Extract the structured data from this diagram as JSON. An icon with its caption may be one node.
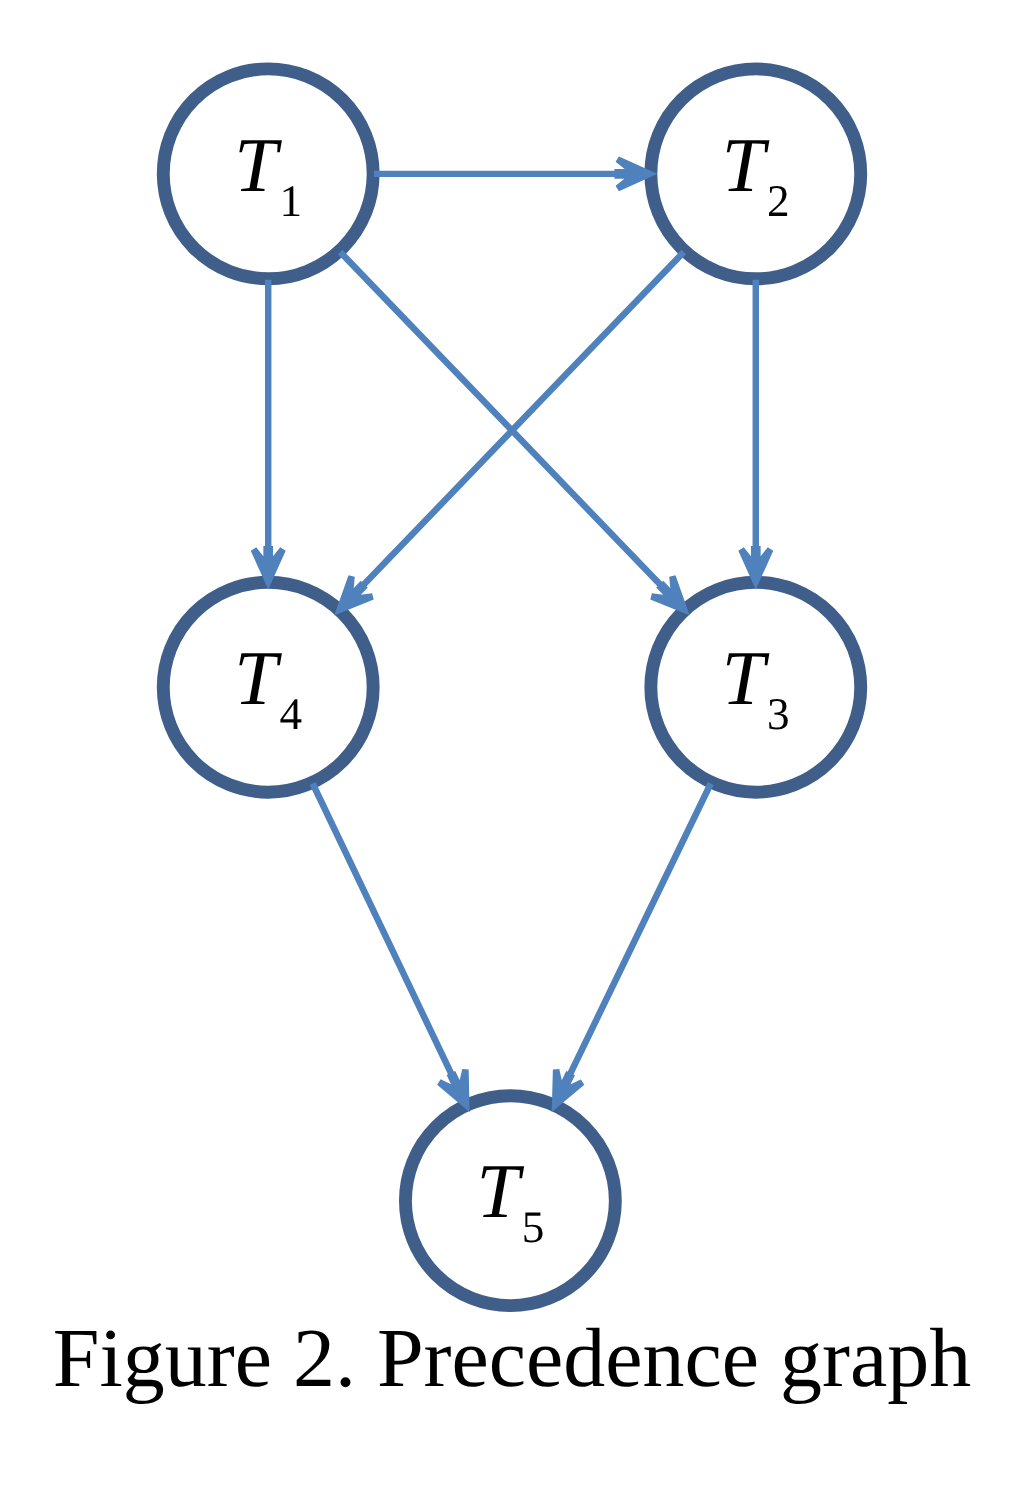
{
  "diagram": {
    "caption": "Figure 2. Precedence graph",
    "nodes": [
      {
        "text": [
          "*T*$_{1}$"
        ]
      },
      {
        "text": [
          "*T*$_{2}$"
        ]
      },
      {
        "text": [
          "*T*$_{4}$"
        ]
      },
      {
        "text": [
          "*T*$_{3}$"
        ]
      },
      {
        "text": [
          "*T*$_{5}$"
        ]
      }
    ],
    "edges": [
      {
        "from": 0,
        "to": 1,
        "arrow": "to"
      },
      {
        "from": 0,
        "to": 2,
        "arrow": "to"
      },
      {
        "from": 0,
        "to": 3,
        "arrow": "to"
      },
      {
        "from": 1,
        "to": 2,
        "arrow": "to"
      },
      {
        "from": 1,
        "to": 3,
        "arrow": "to"
      },
      {
        "from": 2,
        "to": 4,
        "arrow": "to"
      },
      {
        "from": 3,
        "to": 4,
        "arrow": "to"
      }
    ]
  }
}
